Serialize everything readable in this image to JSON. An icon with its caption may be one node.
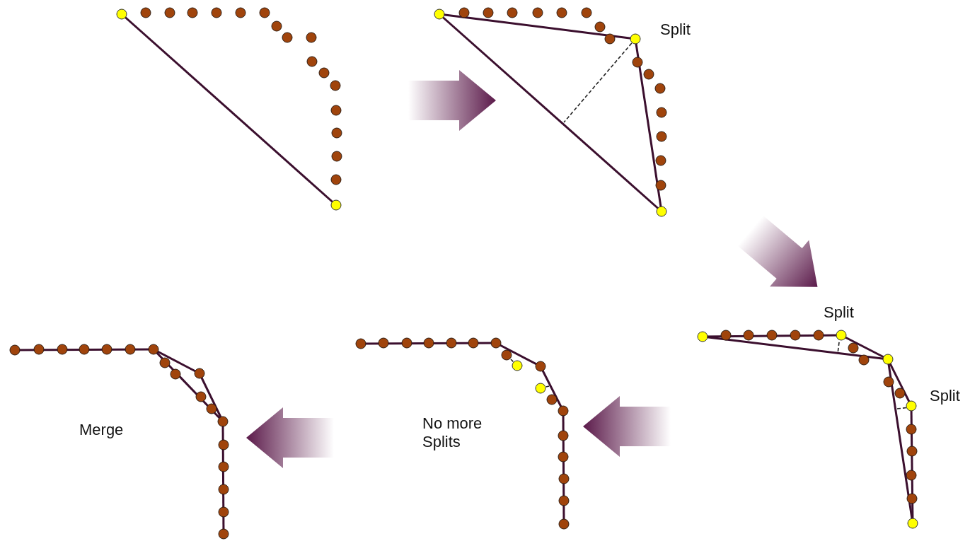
{
  "diagram": {
    "labels": [
      "Split",
      "Split",
      "Split",
      "No more Splits",
      "Merge"
    ]
  }
}
